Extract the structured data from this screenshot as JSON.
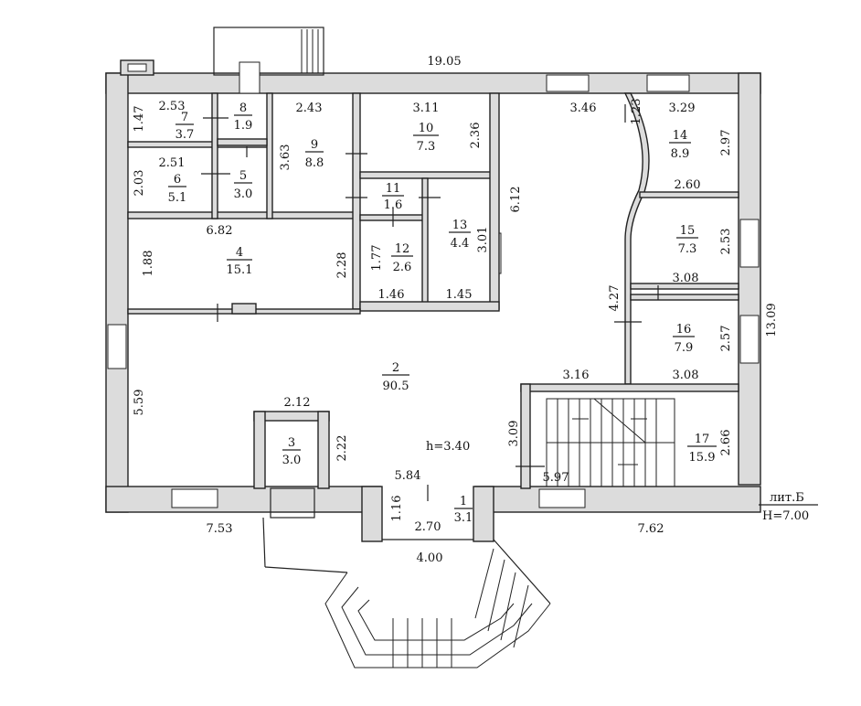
{
  "plan": {
    "height_label": "h=3.40",
    "building_label": "лит.Б",
    "building_height": "H=7.00",
    "dimensions": {
      "top_total": "19.05",
      "right_total": "13.09",
      "bottom_left": "7.53",
      "bottom_right": "7.62",
      "porch_width": "4.00",
      "d_2_53_top": "2.53",
      "d_1_47": "1.47",
      "d_2_51": "2.51",
      "d_2_03": "2.03",
      "d_2_43": "2.43",
      "d_3_63": "3.63",
      "d_3_11": "3.11",
      "d_2_36": "2.36",
      "d_6_82": "6.82",
      "d_1_88": "1.88",
      "d_2_28": "2.28",
      "d_1_77": "1.77",
      "d_1_46": "1.46",
      "d_1_45": "1.45",
      "d_3_01": "3.01",
      "d_6_12": "6.12",
      "d_3_46": "3.46",
      "d_1_23": "1.23",
      "d_3_29": "3.29",
      "d_2_97": "2.97",
      "d_2_60": "2.60",
      "d_2_53_right": "2.53",
      "d_3_08_top": "3.08",
      "d_4_27": "4.27",
      "d_2_57": "2.57",
      "d_3_08_bottom": "3.08",
      "d_3_16": "3.16",
      "d_3_09": "3.09",
      "d_2_66": "2.66",
      "d_5_97": "5.97",
      "d_5_59": "5.59",
      "d_2_12": "2.12",
      "d_2_22": "2.22",
      "d_5_84": "5.84",
      "d_1_16": "1.16",
      "d_2_70": "2.70"
    },
    "rooms": [
      {
        "number": "1",
        "area": "3.1"
      },
      {
        "number": "2",
        "area": "90.5"
      },
      {
        "number": "3",
        "area": "3.0"
      },
      {
        "number": "4",
        "area": "15.1"
      },
      {
        "number": "5",
        "area": "3.0"
      },
      {
        "number": "6",
        "area": "5.1"
      },
      {
        "number": "7",
        "area": "3.7"
      },
      {
        "number": "8",
        "area": "1.9"
      },
      {
        "number": "9",
        "area": "8.8"
      },
      {
        "number": "10",
        "area": "7.3"
      },
      {
        "number": "11",
        "area": "1.6"
      },
      {
        "number": "12",
        "area": "2.6"
      },
      {
        "number": "13",
        "area": "4.4"
      },
      {
        "number": "14",
        "area": "8.9"
      },
      {
        "number": "15",
        "area": "7.3"
      },
      {
        "number": "16",
        "area": "7.9"
      },
      {
        "number": "17",
        "area": "15.9"
      }
    ]
  }
}
